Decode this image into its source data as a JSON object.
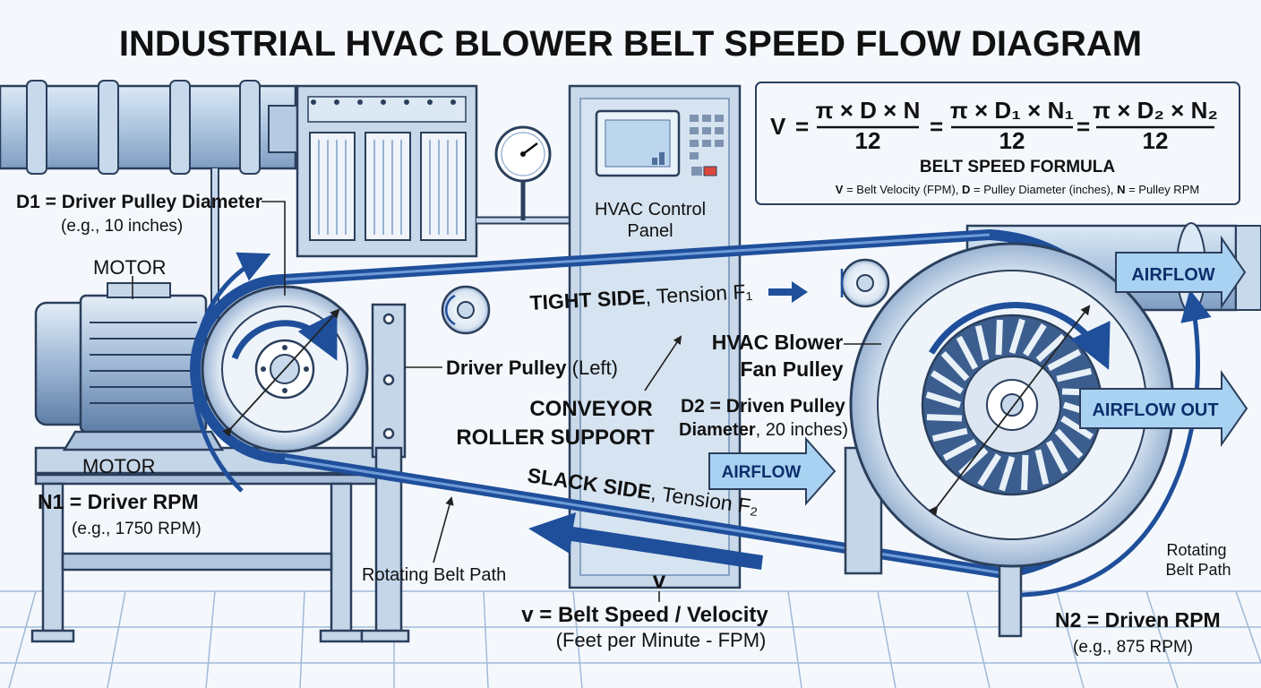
{
  "title": "INDUSTRIAL HVAC BLOWER BELT SPEED FLOW DIAGRAM",
  "formula": {
    "v": "V",
    "eq": "=",
    "num1": "π × D × N",
    "num2": "π × D₁ × N₁",
    "num3": "π × D₂ × N₂",
    "den": "12",
    "heading": "BELT SPEED FORMULA",
    "legend_v": "V",
    "legend_v_text": " = Belt Velocity (FPM), ",
    "legend_d": "D",
    "legend_d_text": " = Pulley Diameter (inches), ",
    "legend_n": "N",
    "legend_n_text": " = Pulley RPM"
  },
  "labels": {
    "d1_title": "D1 = Driver Pulley Diameter",
    "d1_example": "(e.g., 10 inches)",
    "motor_top": "MOTOR",
    "motor_base": "MOTOR",
    "n1_title": "N1 = Driver RPM",
    "n1_example": "(e.g., 1750 RPM)",
    "control_panel_1": "HVAC Control",
    "control_panel_2": "Panel",
    "tight_side_bold": "TIGHT SIDE",
    "tight_side_rest": ", Tension F₁",
    "driver_pulley_bold": "Driver Pulley",
    "driver_pulley_rest": " (Left)",
    "conveyor_1": "CONVEYOR",
    "conveyor_2": "ROLLER SUPPORT",
    "blower_1": "HVAC Blower",
    "blower_2": "Fan Pulley",
    "d2_1": "D2 = Driven Pulley",
    "d2_2_bold": "Diameter",
    "d2_2_rest": ", 20 inches)",
    "slack_side_bold": "SLACK SIDE",
    "slack_side_rest": ", Tension F₂",
    "rotating_belt_left": "Rotating Belt Path",
    "v_symbol": "v",
    "belt_speed": "v = Belt Speed / Velocity",
    "belt_speed_units": "(Feet per Minute - FPM)",
    "rotating_belt_right_1": "Rotating",
    "rotating_belt_right_2": "Belt Path",
    "n2_title": "N2 = Driven RPM",
    "n2_example": "(e.g., 875 RPM)"
  },
  "arrows": {
    "airflow_top": "AIRFLOW",
    "airflow_out": "AIRFLOW OUT",
    "airflow_in": "AIRFLOW"
  },
  "colors": {
    "belt": "#1f4f9a",
    "steel": "#bcd0e6",
    "steel_dark": "#6f8fb5",
    "arrow_fill": "#a9d2f2",
    "ink": "#2b3f5c"
  }
}
